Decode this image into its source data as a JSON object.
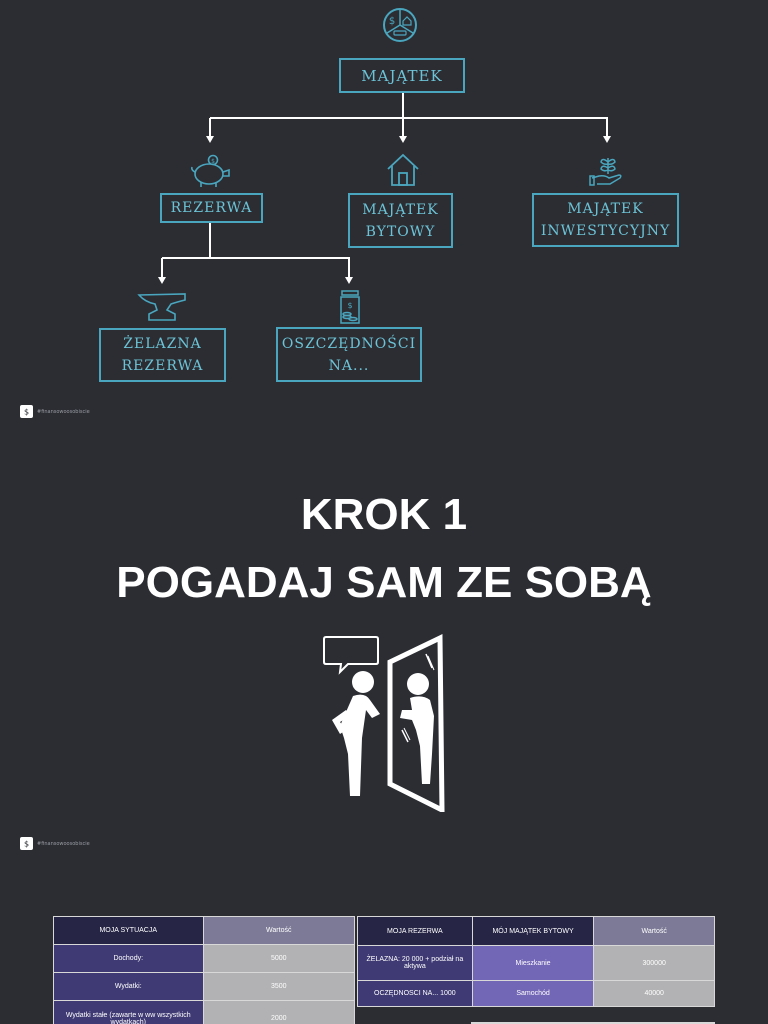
{
  "diagram": {
    "root": "MAJĄTEK",
    "level1": {
      "reserve": "REZERWA",
      "household_line1": "MAJĄTEK",
      "household_line2": "BYTOWY",
      "investment_line1": "MAJĄTEK",
      "investment_line2": "INWESTYCYJNY"
    },
    "level2": {
      "iron_line1": "ŻELAZNA",
      "iron_line2": "REZERWA",
      "savings_line1": "OSZCZĘDNOŚCI",
      "savings_line2": "NA..."
    },
    "colors": {
      "box_border": "#4aa6be",
      "box_text": "#6cc3d6",
      "background": "#2b2d33"
    }
  },
  "brand": {
    "text": "#finansowoosobiscie"
  },
  "step": {
    "line1": "KROK 1",
    "line2": "POGADAJ SAM ZE SOBĄ"
  },
  "table_situation": {
    "headers": [
      "MOJA SYTUACJA",
      "Wartość"
    ],
    "rows": [
      [
        "Dochody:",
        "5000"
      ],
      [
        "Wydatki:",
        "3500"
      ],
      [
        "Wydatki stałe (zawarte w ww wszystkich wydatkach)",
        "2000"
      ]
    ]
  },
  "table_reserve": {
    "headers": [
      "MOJA REZERWA",
      "MÓJ MAJĄTEK  BYTOWY",
      "Wartość"
    ],
    "rows": [
      [
        "ŻELAZNA: 20 000 + podział na aktywa",
        "Mieszkanie",
        "300000"
      ],
      [
        "OCZĘDNOSCI NA... 1000",
        "Samochód",
        "40000"
      ]
    ]
  }
}
